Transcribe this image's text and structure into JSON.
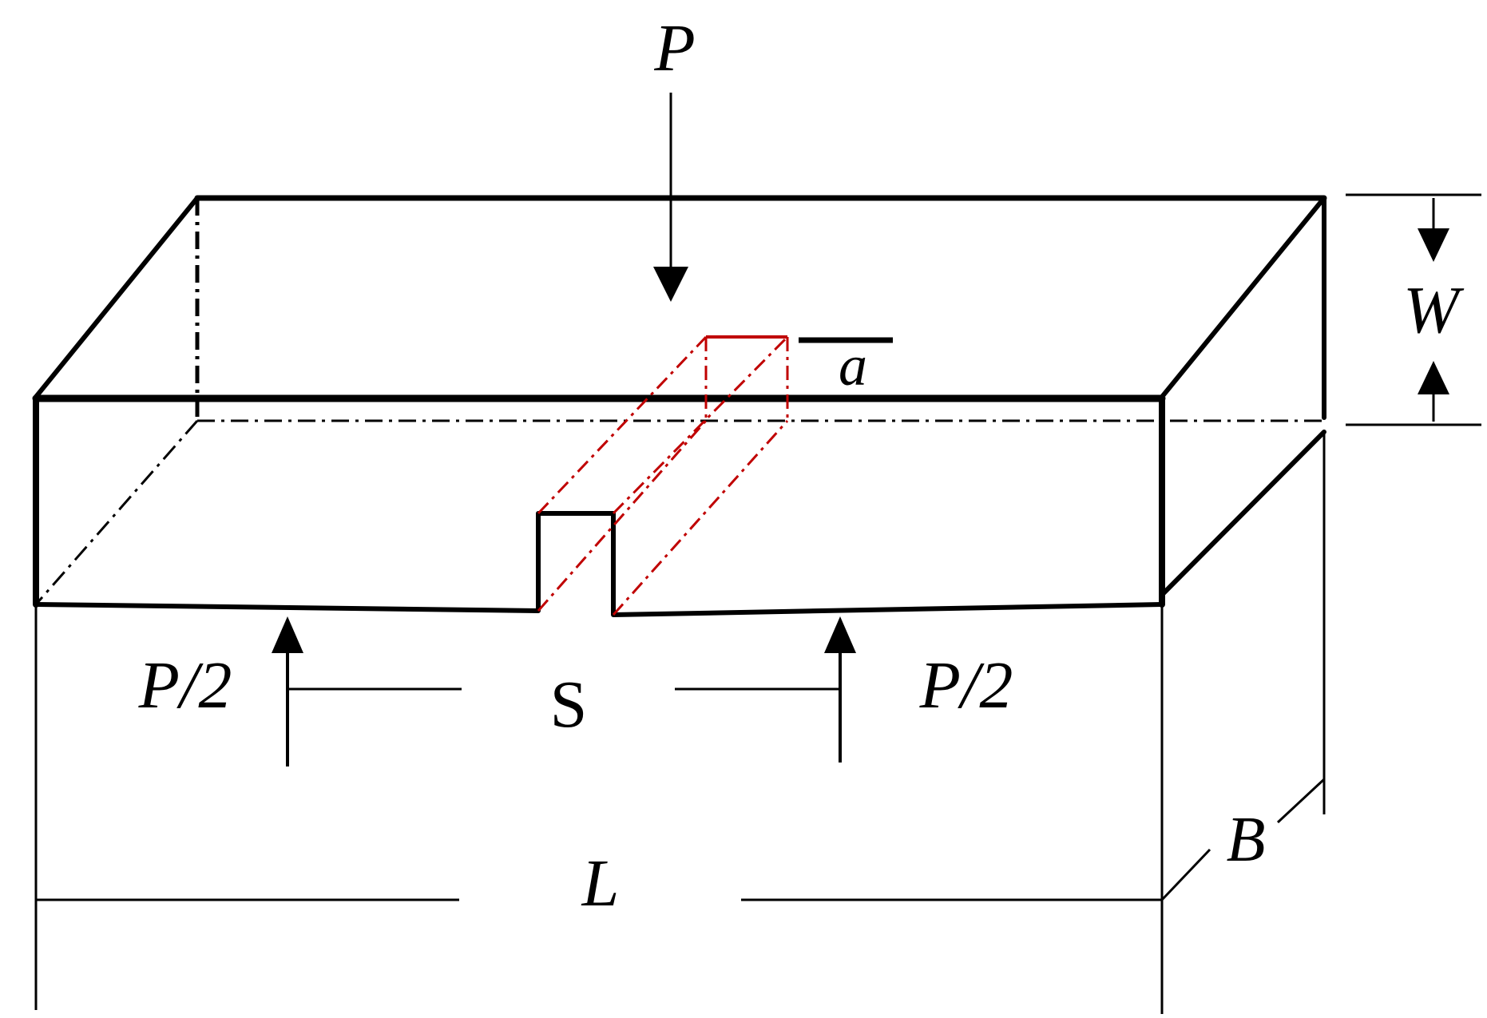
{
  "labels": {
    "load": "P",
    "crack_depth": "a",
    "width": "W",
    "left_reaction": "P/2",
    "right_reaction": "P/2",
    "span": "S",
    "thickness": "B",
    "length": "L"
  },
  "colors": {
    "line": "#000000",
    "notch_projection": "#c00000"
  }
}
